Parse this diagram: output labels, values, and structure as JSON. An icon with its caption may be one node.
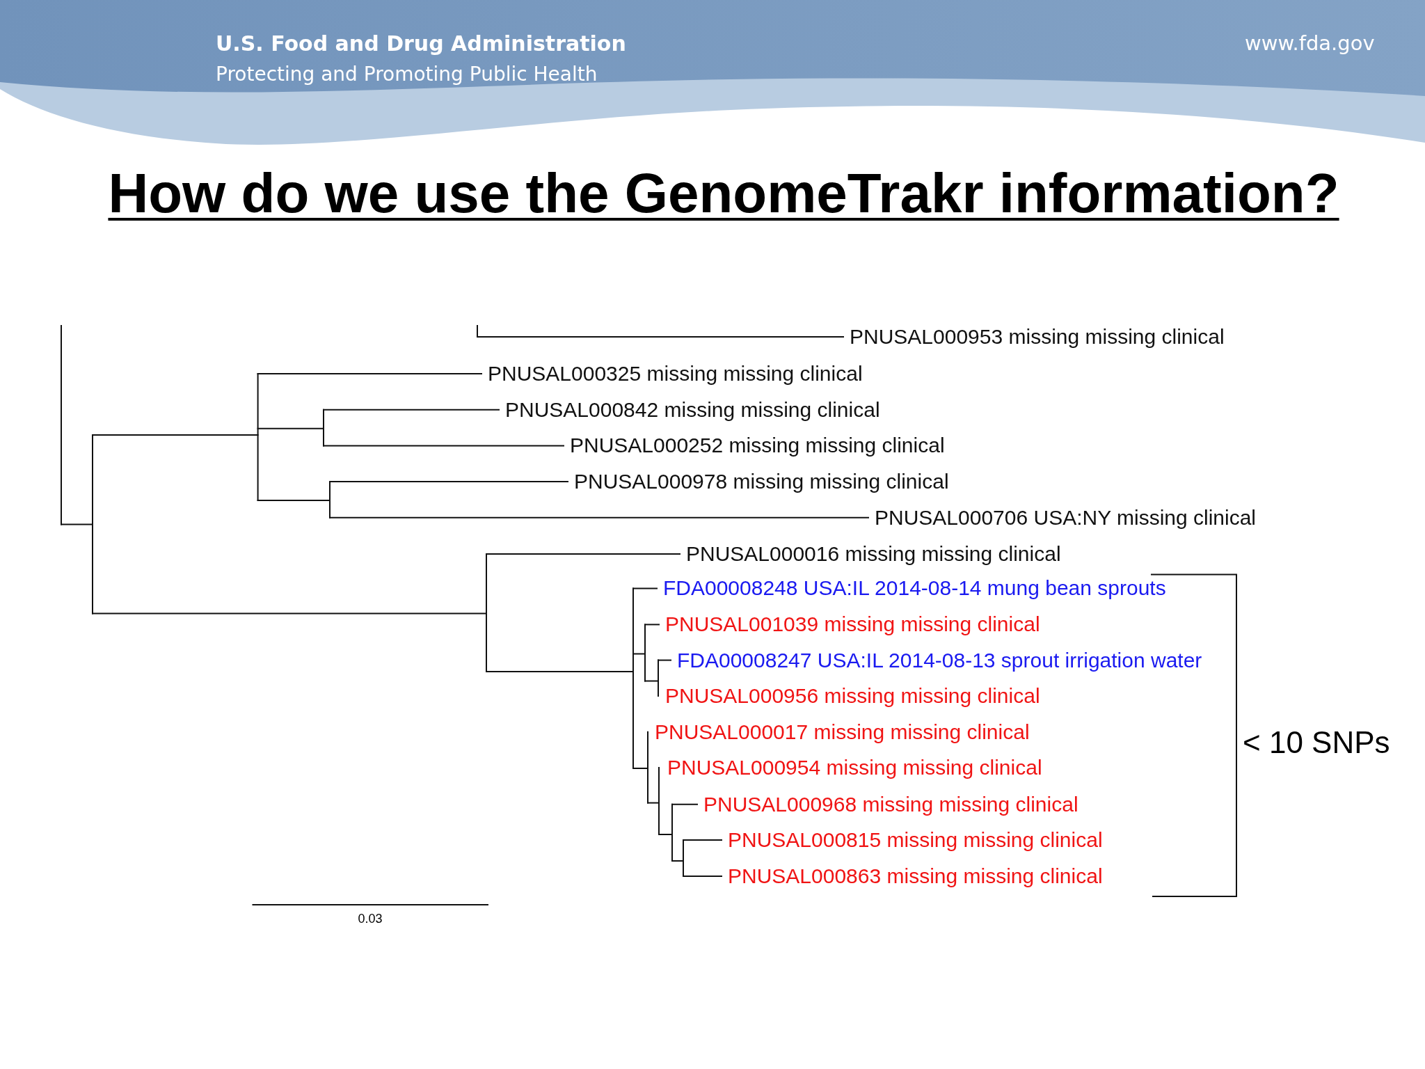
{
  "diagram": {
    "title": "How do we use the GenomeTrakr information?",
    "labels": [
      "U.S. Food and Drug Administration",
      "Protecting and Promoting Public Health",
      "www.fda.gov",
      "PNUSAL000953 missing missing clinical",
      "PNUSAL000325 missing missing clinical",
      "PNUSAL000842 missing missing clinical",
      "PNUSAL000252 missing missing clinical",
      "PNUSAL000978 missing missing clinical",
      "PNUSAL000706 USA:NY missing clinical",
      "PNUSAL000016 missing missing clinical",
      "FDA00008248 USA:IL 2014-08-14 mung bean sprouts",
      "PNUSAL001039 missing missing clinical",
      "FDA00008247 USA:IL 2014-08-13 sprout irrigation water",
      "PNUSAL000956 missing missing clinical",
      "PNUSAL000017 missing missing clinical",
      "PNUSAL000954 missing missing clinical",
      "PNUSAL000968 missing missing clinical",
      "PNUSAL000815 missing missing clinical",
      "PNUSAL000863 missing missing clinical",
      "< 10 SNPs",
      "0.03"
    ]
  }
}
